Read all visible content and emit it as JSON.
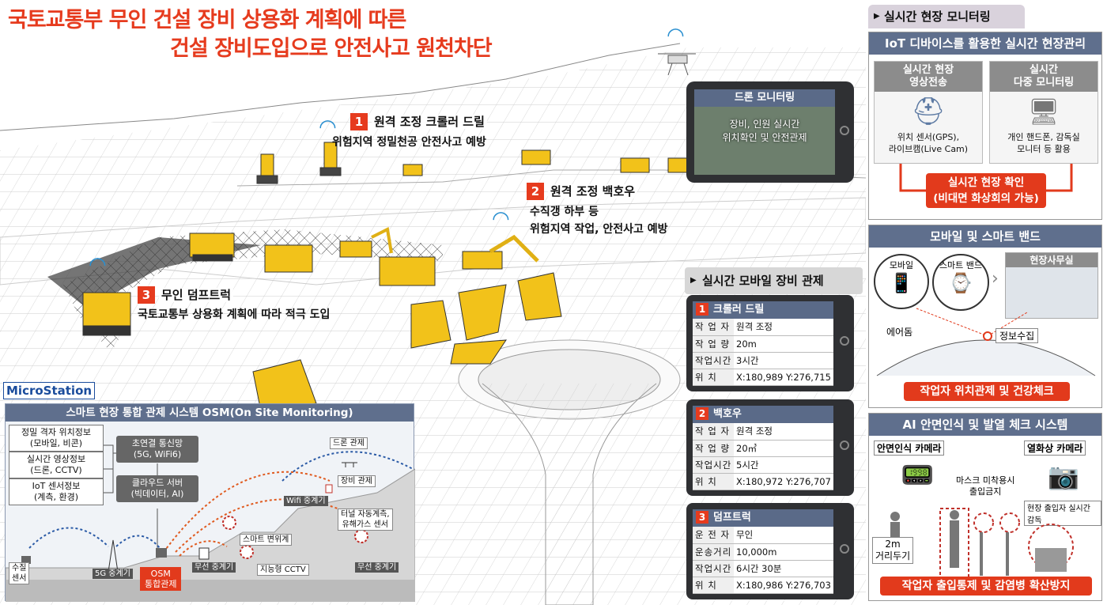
{
  "title": {
    "line1": "국토교통부 무인 건설 장비 상용화 계획에 따른",
    "line2": "건설 장비도입으로 안전사고 원천차단"
  },
  "callouts": [
    {
      "num": "1",
      "title": "원격 조정 크롤러 드릴",
      "desc": [
        "위험지역 정밀천공 안전사고 예방"
      ]
    },
    {
      "num": "2",
      "title": "원격 조정 백호우",
      "desc": [
        "수직갱 하부 등",
        "위험지역 작업, 안전사고 예방"
      ]
    },
    {
      "num": "3",
      "title": "무인 덤프트럭",
      "desc": [
        "국토교통부 상용화 계획에 따라 적극 도입"
      ]
    }
  ],
  "drone_monitor": {
    "header": "드론 모니터링",
    "body": [
      "장비, 인원 실시간",
      "위치확인 및 안전관제"
    ]
  },
  "mobile_panel": {
    "header": "실시간 모바일 장비 관제",
    "cards": [
      {
        "num": "1",
        "title": "크롤러 드릴",
        "rows": [
          [
            "작 업 자",
            "원격 조정"
          ],
          [
            "작 업 량",
            "20m"
          ],
          [
            "작업시간",
            "3시간"
          ],
          [
            "위      치",
            "X:180,989 Y:276,715"
          ]
        ]
      },
      {
        "num": "2",
        "title": "백호우",
        "rows": [
          [
            "작 업 자",
            "원격 조정"
          ],
          [
            "작 업 량",
            "20㎥"
          ],
          [
            "작업시간",
            "5시간"
          ],
          [
            "위      치",
            "X:180,972 Y:276,707"
          ]
        ]
      },
      {
        "num": "3",
        "title": "덤프트럭",
        "rows": [
          [
            "운 전 자",
            "무인"
          ],
          [
            "운송거리",
            "10,000m"
          ],
          [
            "작업시간",
            "6시간 30분"
          ],
          [
            "위      치",
            "X:180,986 Y:276,703"
          ]
        ]
      }
    ]
  },
  "realtime": {
    "tab": "실시간 현장 모니터링",
    "header": "IoT 디바이스를 활용한 실시간 현장관리",
    "box1": {
      "title": [
        "실시간 현장",
        "영상전송"
      ],
      "body": [
        "위치 센서(GPS),",
        "라이브캠(Live Cam)"
      ]
    },
    "box2": {
      "title": [
        "실시간",
        "다중 모니터링"
      ],
      "body": [
        "개인 핸드폰, 감독실",
        "모니터 등 활용"
      ]
    },
    "result": [
      "실시간 현장 확인",
      "(비대면 화상회의 가능)"
    ]
  },
  "smartband": {
    "header": "모바일 및 스마트 밴드",
    "mobile": "모바일",
    "band": "스마트 밴드",
    "office": "현장사무실",
    "dome": "에어돔",
    "collect": "정보수집",
    "result": "작업자 위치관제 및 건강체크"
  },
  "ai": {
    "header": "AI 안면인식 및 발열 체크 시스템",
    "face_cam": "안면인식 카메라",
    "thermal_cam": "열화상 카메라",
    "mask": [
      "마스크 미착용시",
      "출입금지"
    ],
    "supervise": "현장 출입자 실시간 감독",
    "distance": [
      "2m",
      "거리두기"
    ],
    "result": "작업자 출입통제 및 감염병 확산방지"
  },
  "osm": {
    "logo": "MicroStation",
    "header": "스마트 현장 통합 관제 시스템 OSM(On Site Monitoring)",
    "inputs": [
      [
        "정밀 격자 위치정보",
        "(모바일, 비콘)"
      ],
      [
        "실시간 영상정보",
        "(드론, CCTV)"
      ],
      [
        "IoT 센서정보",
        "(계측, 환경)"
      ]
    ],
    "network": [
      "초연결 통신망",
      "(5G, WiFi6)"
    ],
    "cloud": [
      "클라우드 서버",
      "(빅데이터, AI)"
    ],
    "labels": {
      "drone": "드론 관제",
      "equip": "장비 관제",
      "wifi": "Wifi 중계기",
      "tunnel": [
        "터널 자동계측,",
        "유해가스 센서"
      ],
      "displace": "스마트 변위계",
      "wireless1": "무선 중계기",
      "cctv": "지능형 CCTV",
      "wireless2": "무선 중계기",
      "g5": "5G 중계기",
      "osm": [
        "OSM",
        "통합관제"
      ],
      "water": [
        "수질",
        "센서"
      ]
    }
  },
  "colors": {
    "accent": "#e63b1e",
    "header_blue": "#5f6f8d",
    "equipment_yellow": "#f2c21a"
  }
}
